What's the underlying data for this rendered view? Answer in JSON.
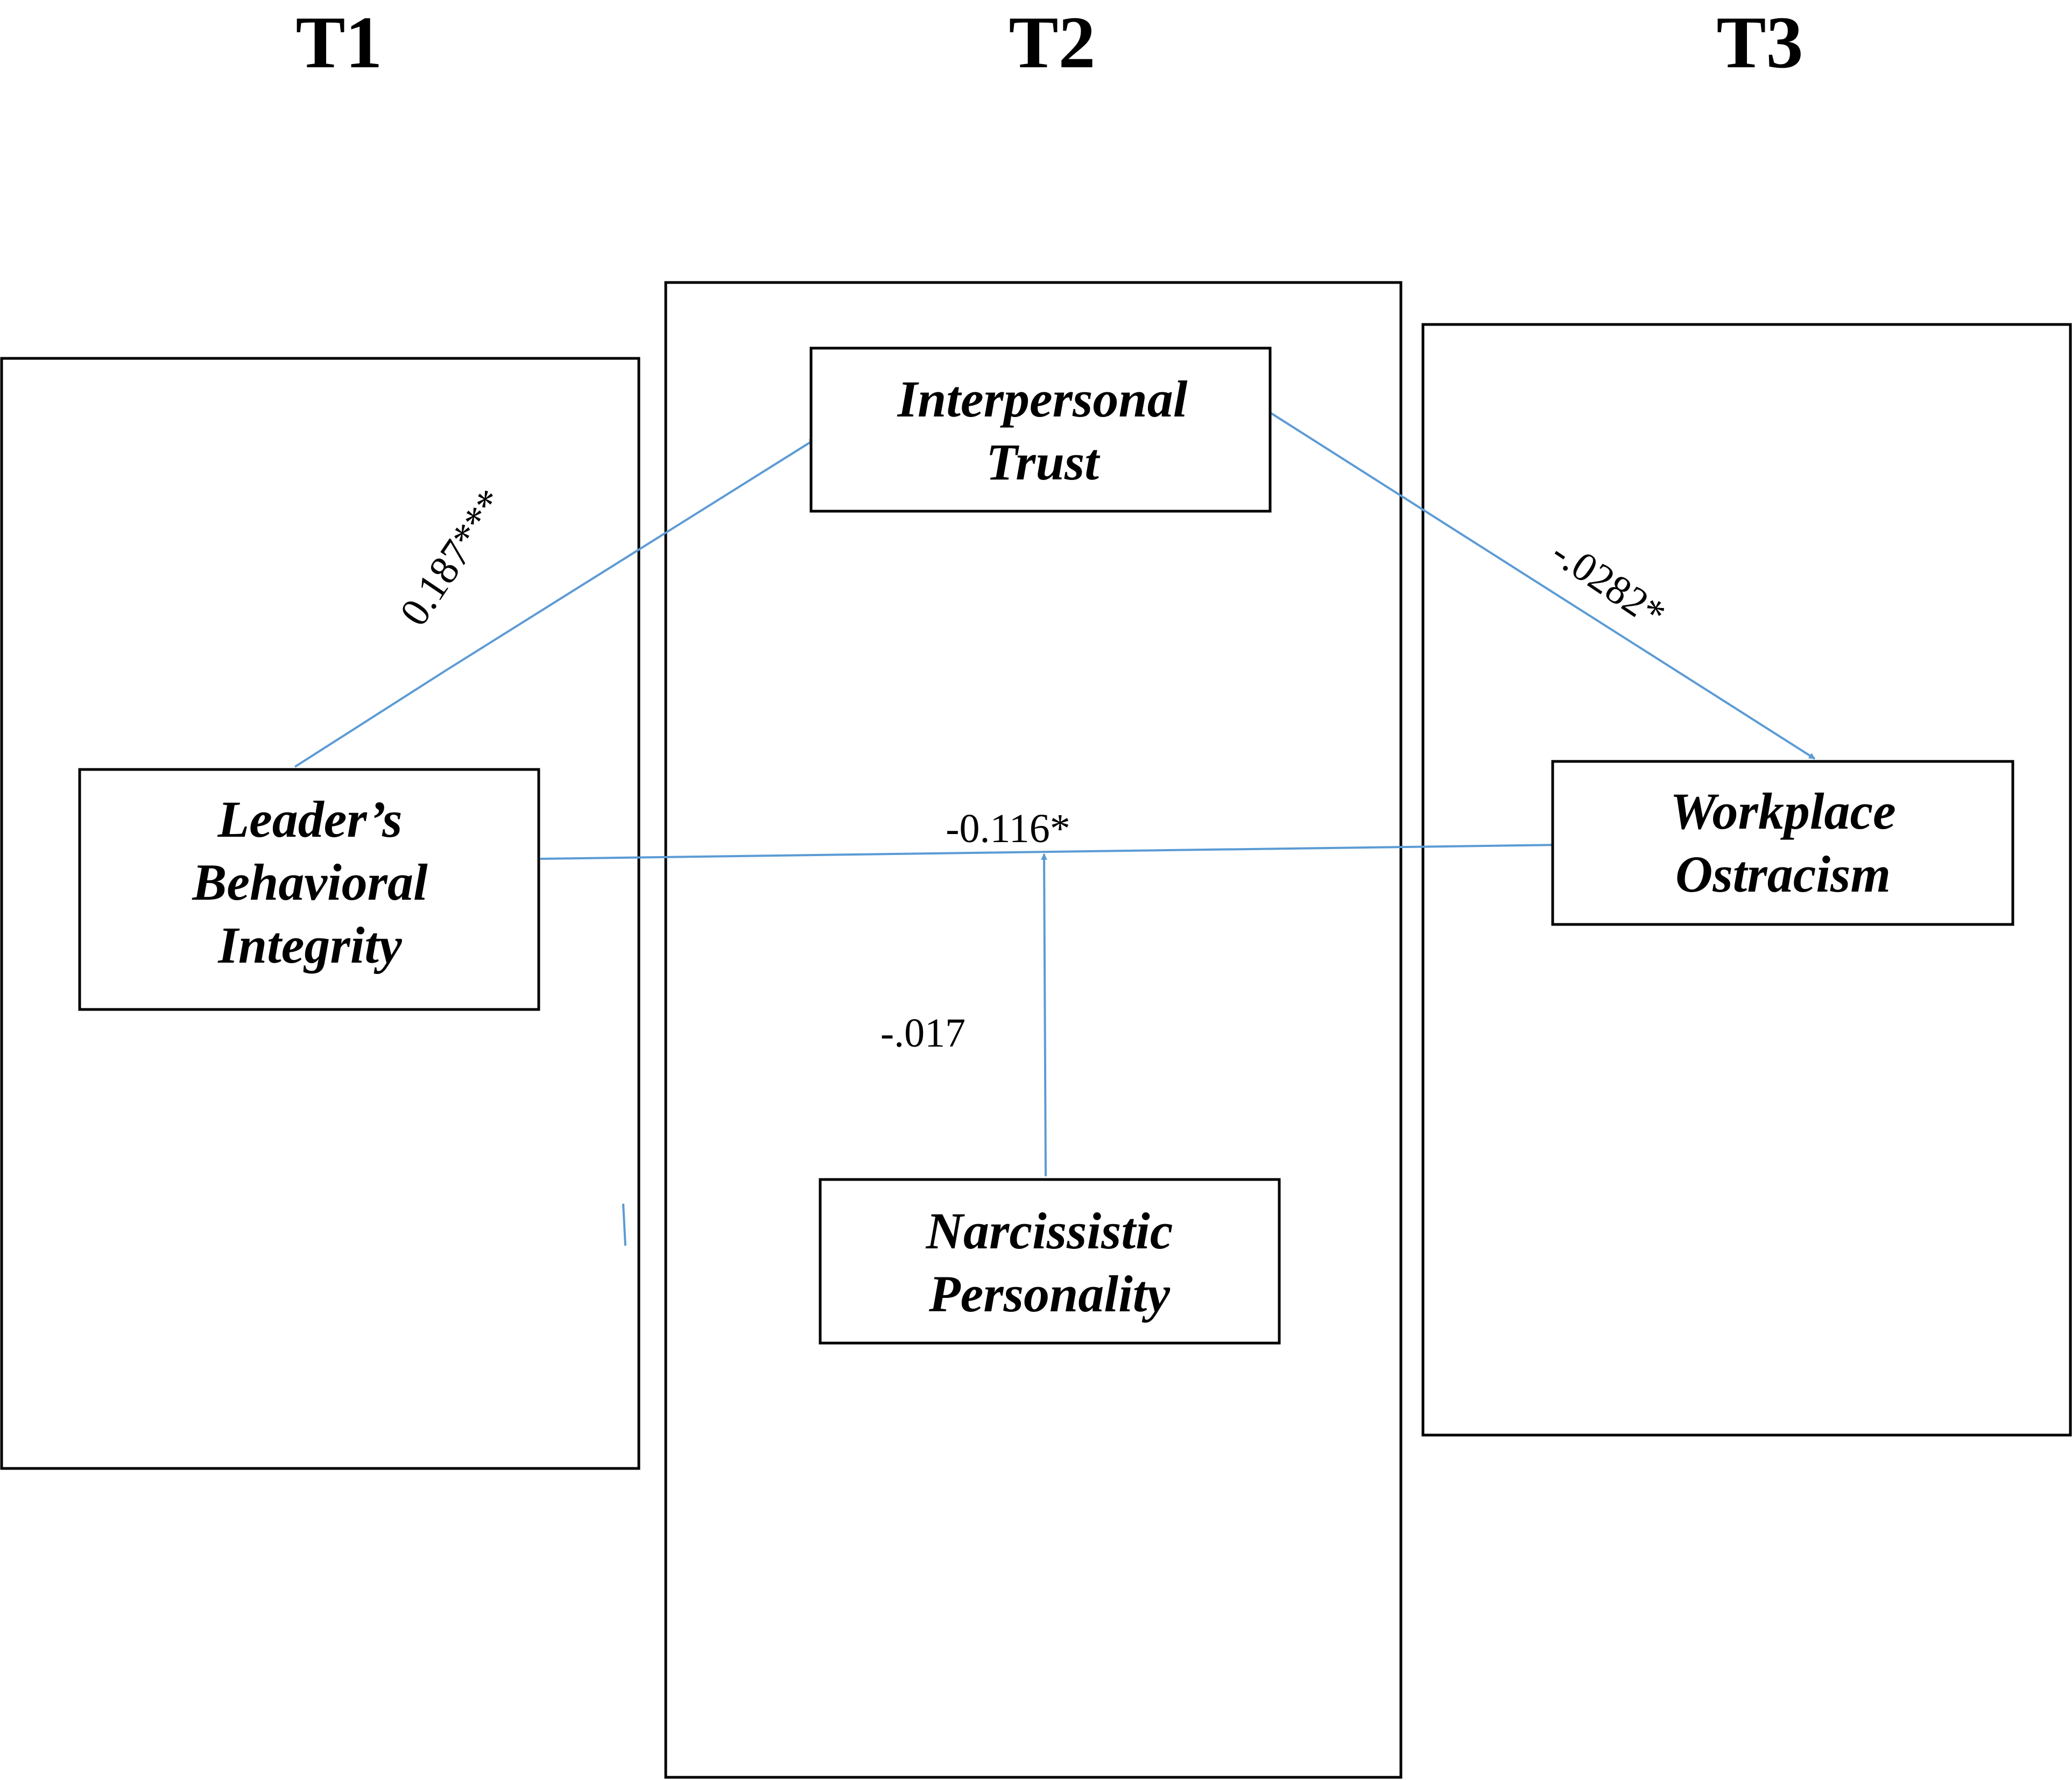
{
  "time_labels": {
    "t1": "T1",
    "t2": "T2",
    "t3": "T3"
  },
  "nodes": {
    "behavioral_integrity": {
      "line1": "Leader’s",
      "line2": "Behavioral",
      "line3": "Integrity"
    },
    "interpersonal_trust": {
      "line1": "Interpersonal",
      "line2": "Trust"
    },
    "workplace_ostracism": {
      "line1": "Workplace",
      "line2": "Ostracism"
    },
    "narcissistic_personality": {
      "line1": "Narcissistic",
      "line2": "Personality"
    }
  },
  "paths": {
    "integrity_to_trust": {
      "coefficient": "0.187***"
    },
    "trust_to_ostracism": {
      "coefficient": "-.0282*"
    },
    "integrity_to_ostracism": {
      "coefficient": "-0.116*"
    },
    "narcissism_moderation": {
      "coefficient": "-.017"
    }
  },
  "colors": {
    "path": "#5b9bd5",
    "box_stroke": "#000000",
    "text": "#000000"
  }
}
